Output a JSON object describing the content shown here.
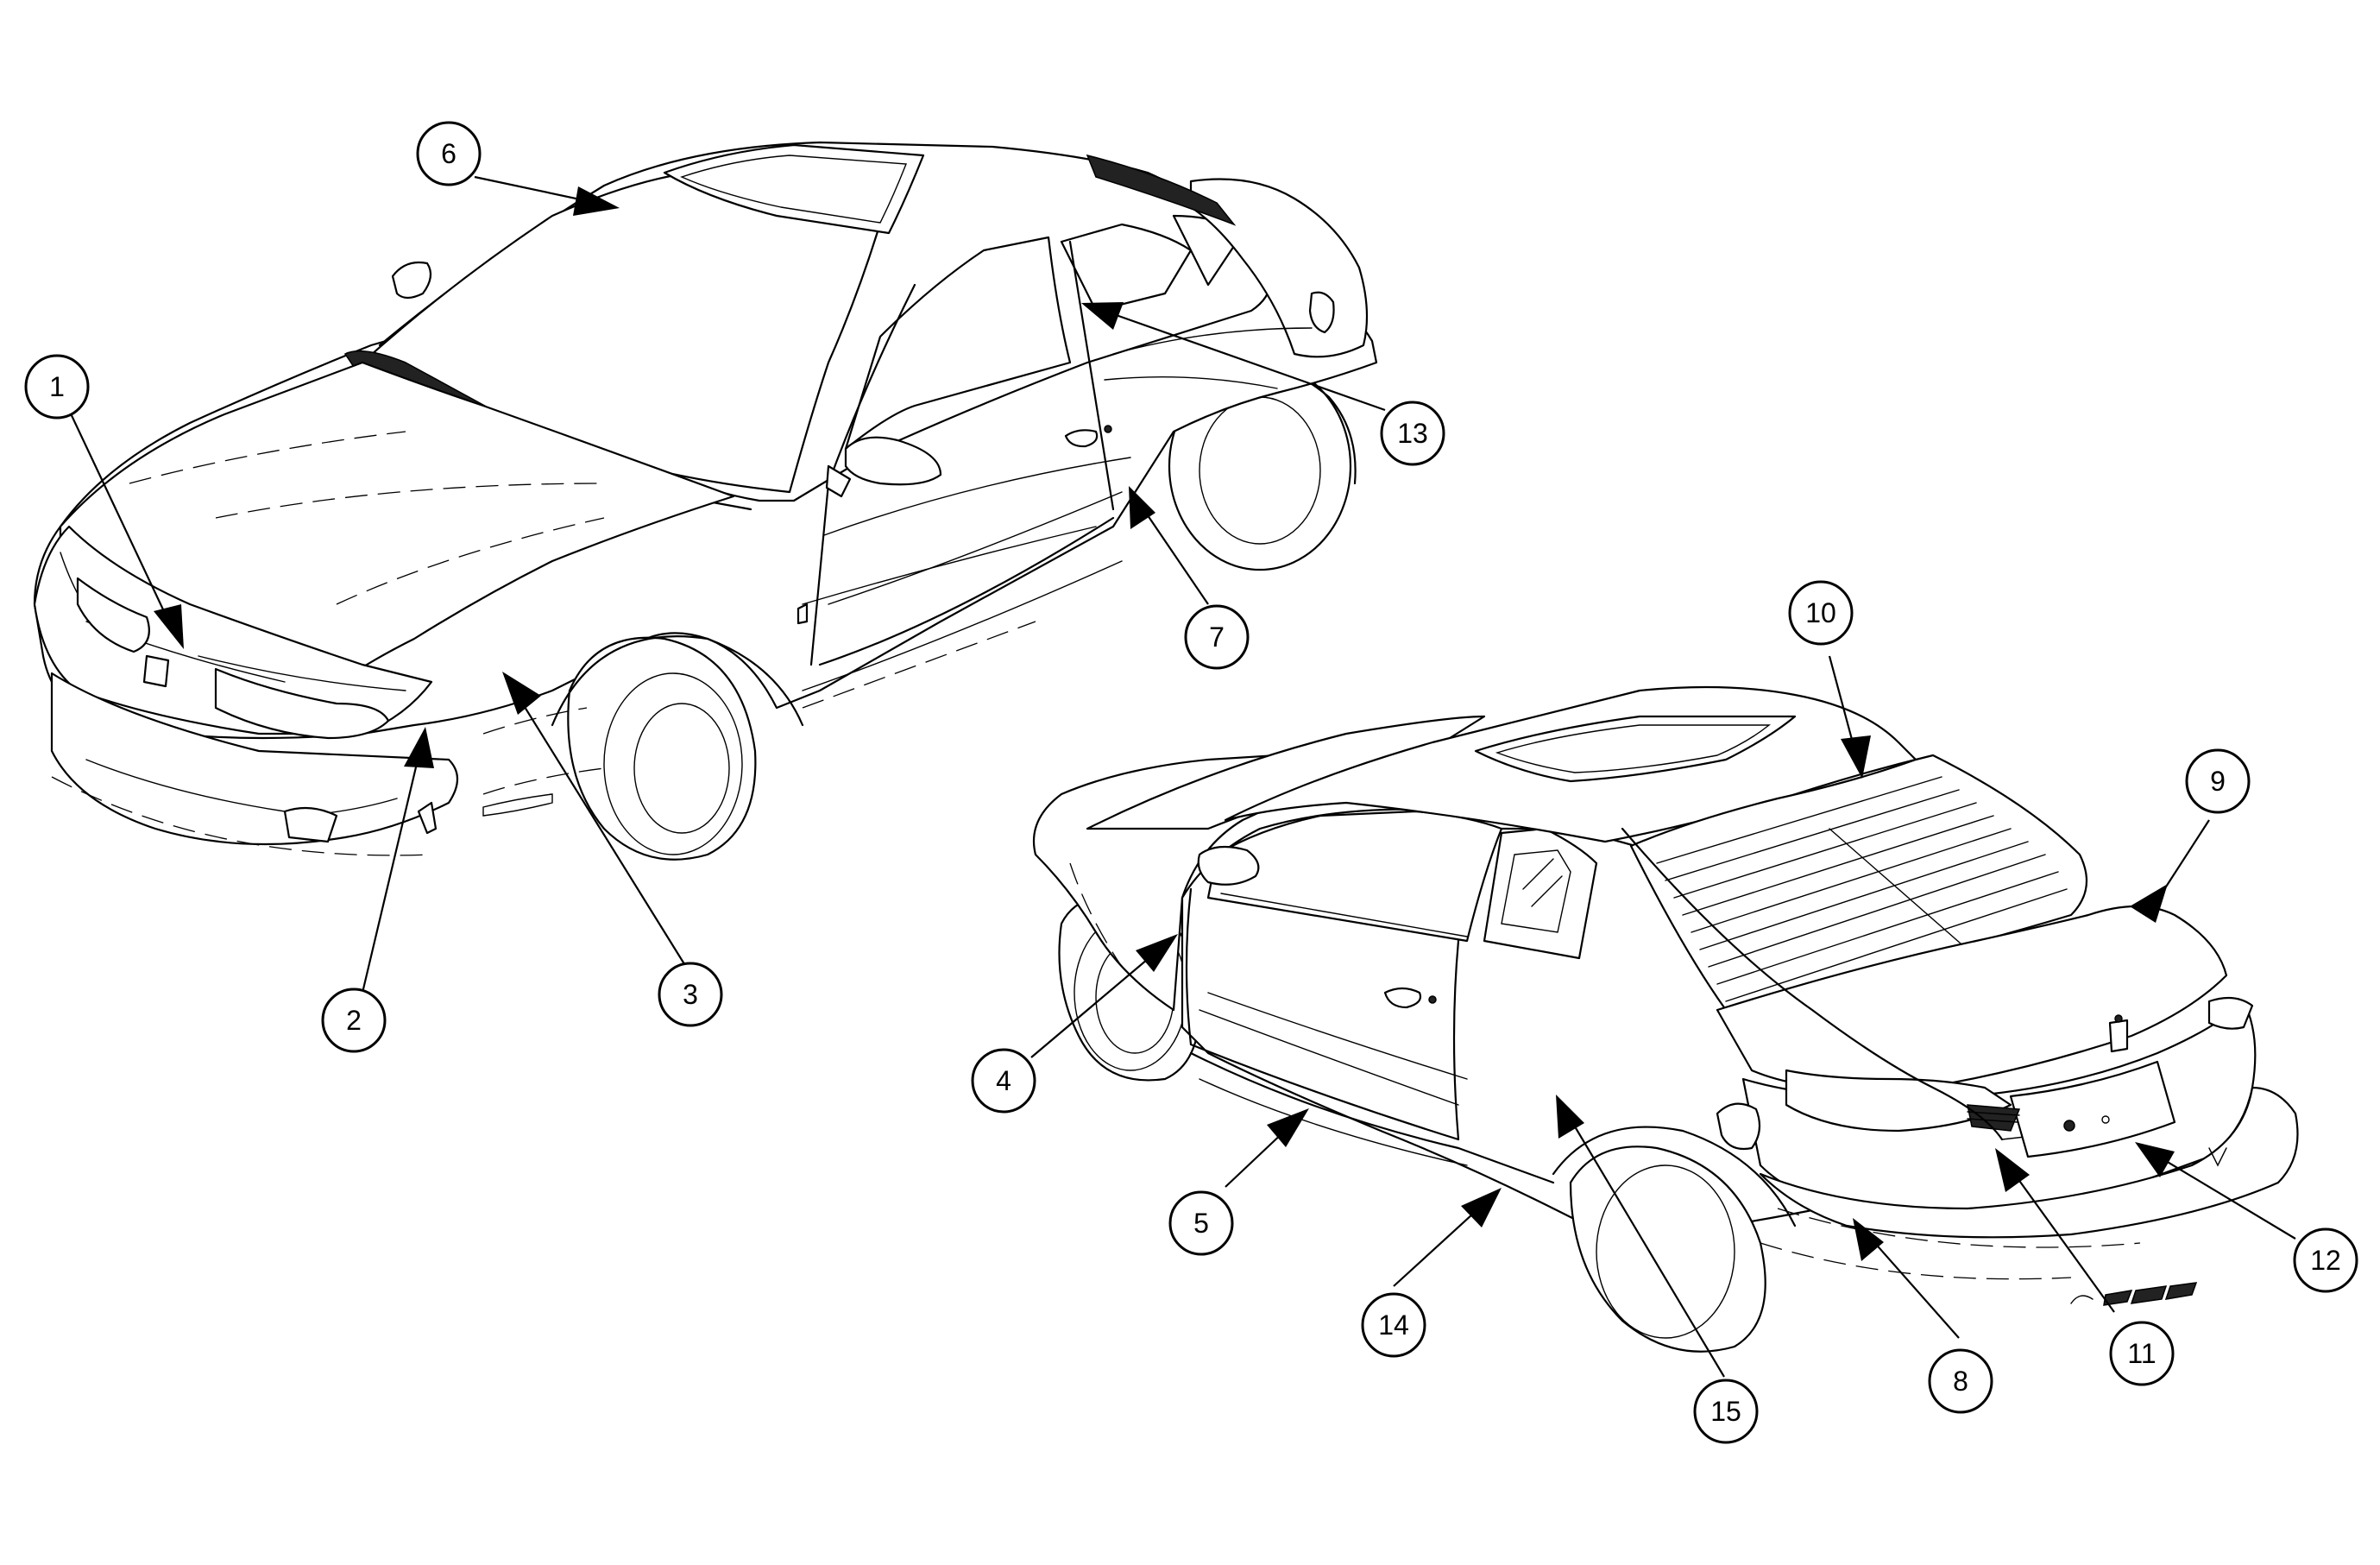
{
  "callouts": [
    {
      "num": "1"
    },
    {
      "num": "2"
    },
    {
      "num": "3"
    },
    {
      "num": "4"
    },
    {
      "num": "5"
    },
    {
      "num": "6"
    },
    {
      "num": "7"
    },
    {
      "num": "8"
    },
    {
      "num": "9"
    },
    {
      "num": "10"
    },
    {
      "num": "11"
    },
    {
      "num": "12"
    },
    {
      "num": "13"
    },
    {
      "num": "14"
    },
    {
      "num": "15"
    }
  ]
}
